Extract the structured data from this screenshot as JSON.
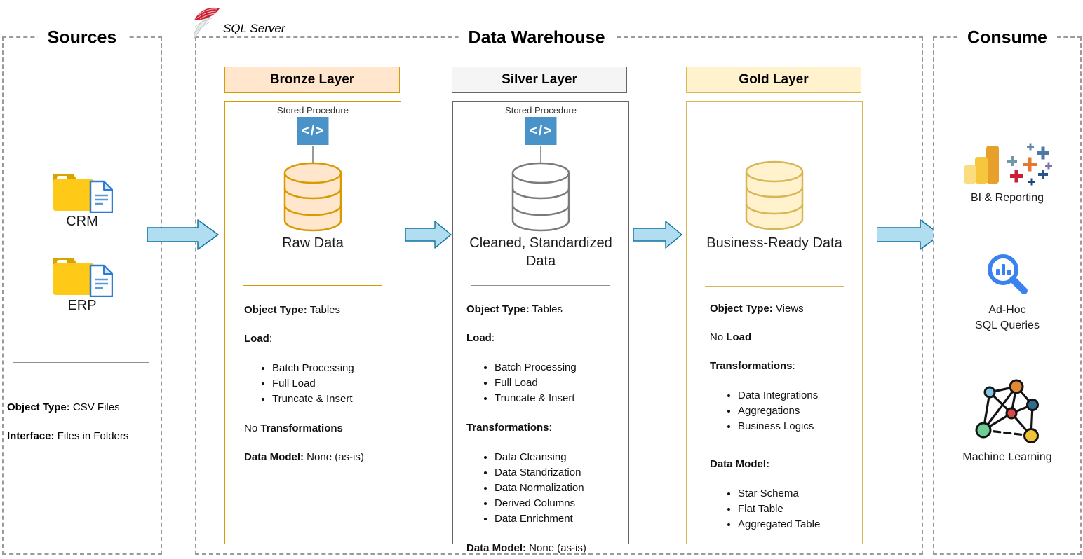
{
  "palette": {
    "bronze_accent": "#D79B00",
    "bronze_fill": "#FFE6CC",
    "silver_accent": "#666666",
    "silver_fill": "#F5F5F5",
    "gold_accent": "#D6B656",
    "gold_fill": "#FFF2CC",
    "arrow_fill": "#B1DDF0",
    "arrow_stroke": "#10739E",
    "code_icon_blue": "#4A93C8"
  },
  "sources": {
    "title": "Sources",
    "items": [
      {
        "label": "CRM",
        "icon": "folder-file-icon"
      },
      {
        "label": "ERP",
        "icon": "folder-file-icon"
      }
    ],
    "details": [
      {
        "type": "line",
        "bold": "Object Type:",
        "rest": " CSV Files"
      },
      {
        "type": "line",
        "bold": "Interface:",
        "rest": " Files in Folders"
      }
    ]
  },
  "warehouse": {
    "title": "Data Warehouse",
    "platform": "SQL Server",
    "layers": [
      {
        "title": "Bronze Layer",
        "sp_label": "Stored Procedure",
        "code_glyph": "</>",
        "db_label": "Raw Data",
        "details": [
          {
            "type": "line",
            "bold": "Object Type:",
            "rest": " Tables"
          },
          {
            "type": "line",
            "bold": "Load",
            "rest": ":"
          },
          {
            "type": "bullets",
            "items": [
              "Batch Processing",
              "Full Load",
              "Truncate & Insert"
            ]
          },
          {
            "type": "line",
            "pre": "No ",
            "bold": "Transformations"
          },
          {
            "type": "line",
            "bold": "Data Model:",
            "rest": " None (as-is)"
          }
        ]
      },
      {
        "title": "Silver Layer",
        "sp_label": "Stored Procedure",
        "code_glyph": "</>",
        "db_label": "Cleaned, Standardized Data",
        "details": [
          {
            "type": "line",
            "bold": "Object Type:",
            "rest": " Tables"
          },
          {
            "type": "line",
            "bold": "Load",
            "rest": ":"
          },
          {
            "type": "bullets",
            "items": [
              "Batch Processing",
              "Full Load",
              "Truncate & Insert"
            ]
          },
          {
            "type": "line",
            "bold": "Transformations",
            "rest": ":"
          },
          {
            "type": "bullets",
            "items": [
              "Data Cleansing",
              "Data Standrization",
              "Data Normalization",
              "Derived Columns",
              "Data Enrichment"
            ]
          },
          {
            "type": "line",
            "bold": "Data Model:",
            "rest": " None (as-is)"
          }
        ]
      },
      {
        "title": "Gold Layer",
        "db_label": "Business-Ready Data",
        "details": [
          {
            "type": "line",
            "bold": "Object Type:",
            "rest": " Views"
          },
          {
            "type": "line",
            "pre": "No ",
            "bold": "Load"
          },
          {
            "type": "line",
            "bold": "Transformations",
            "rest": ":"
          },
          {
            "type": "bullets",
            "items": [
              "Data Integrations",
              "Aggregations",
              "Business Logics"
            ]
          },
          {
            "type": "line",
            "bold": "Data Model:",
            "mt": 34
          },
          {
            "type": "bullets",
            "items": [
              "Star Schema",
              "Flat Table",
              "Aggregated Table"
            ]
          }
        ]
      }
    ]
  },
  "consume": {
    "title": "Consume",
    "items": [
      {
        "label": "BI & Reporting",
        "icons": [
          "powerbi-icon",
          "tableau-icon"
        ]
      },
      {
        "label_lines": [
          "Ad-Hoc",
          "SQL Queries"
        ],
        "icons": [
          "adhoc-sql-search-icon"
        ]
      },
      {
        "label": "Machine Learning",
        "icons": [
          "ml-network-icon"
        ]
      }
    ]
  }
}
